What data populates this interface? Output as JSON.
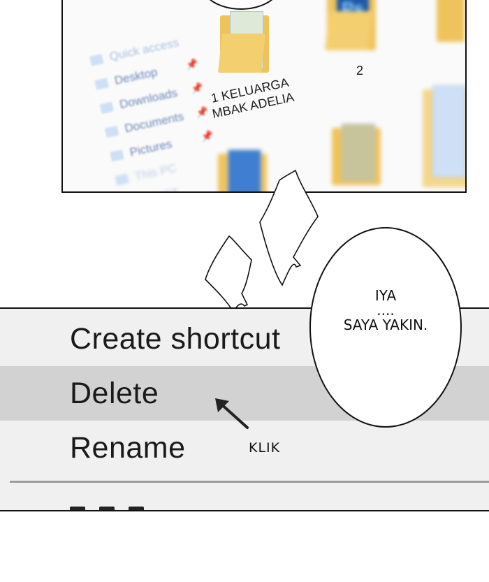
{
  "explorer": {
    "nav": {
      "quick_access": "Quick access",
      "desktop": "Desktop",
      "downloads": "Downloads",
      "documents": "Documents",
      "pictures": "Pictures",
      "this_pc": "This PC",
      "draft": "DRAFT"
    },
    "folders": {
      "family_label_line1": "1 KELUARGA",
      "family_label_line2": "MBAK ADELIA",
      "ps_badge": "Ps",
      "number_label": "2"
    }
  },
  "context_menu": {
    "create_shortcut": "Create shortcut",
    "delete": "Delete",
    "rename": "Rename"
  },
  "annotation": {
    "klik": "KLIK"
  },
  "speech": {
    "line1": "IYA",
    "line2": "....",
    "line3": "SAYA YAKIN."
  },
  "colors": {
    "selection": "#d2d2d2",
    "menu_background": "#f0f0f0",
    "folder_yellow": "#efc35c",
    "nav_text": "#6b86b8"
  }
}
